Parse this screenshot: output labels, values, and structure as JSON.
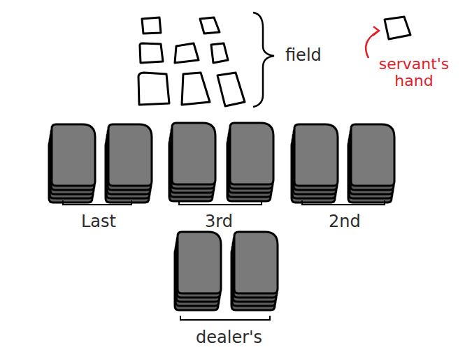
{
  "diagram": {
    "labels": [
      "field",
      "servant's hand",
      "Last",
      "3rd",
      "2nd",
      "dealer's"
    ]
  }
}
